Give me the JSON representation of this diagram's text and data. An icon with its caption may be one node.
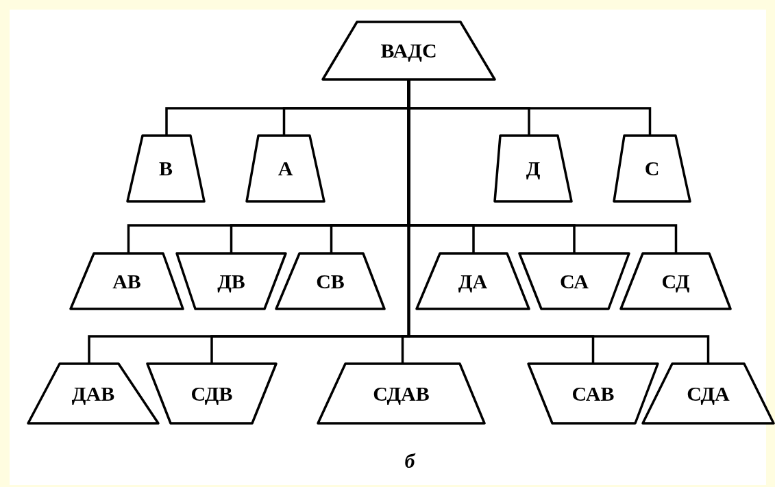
{
  "diagram": {
    "caption": "б",
    "nodes": [
      {
        "text": [
          "ВАДС"
        ]
      },
      {
        "text": [
          "В"
        ]
      },
      {
        "text": [
          "А"
        ]
      },
      {
        "text": [
          "Д"
        ]
      },
      {
        "text": [
          "С"
        ]
      },
      {
        "text": [
          "АВ"
        ]
      },
      {
        "text": [
          "ДВ"
        ]
      },
      {
        "text": [
          "СВ"
        ]
      },
      {
        "text": [
          "ДА"
        ]
      },
      {
        "text": [
          "СА"
        ]
      },
      {
        "text": [
          "СД"
        ]
      },
      {
        "text": [
          "ДАВ"
        ]
      },
      {
        "text": [
          "СДВ"
        ]
      },
      {
        "text": [
          "СДАВ"
        ]
      },
      {
        "text": [
          "САВ"
        ]
      },
      {
        "text": [
          "СДА"
        ]
      }
    ],
    "edges": [
      {
        "from": 0,
        "to": 1,
        "arrow": "none"
      },
      {
        "from": 0,
        "to": 2,
        "arrow": "none"
      },
      {
        "from": 0,
        "to": 3,
        "arrow": "none"
      },
      {
        "from": 0,
        "to": 4,
        "arrow": "none"
      },
      {
        "from": 0,
        "to": 5,
        "arrow": "none"
      },
      {
        "from": 0,
        "to": 6,
        "arrow": "none"
      },
      {
        "from": 0,
        "to": 7,
        "arrow": "none"
      },
      {
        "from": 0,
        "to": 8,
        "arrow": "none"
      },
      {
        "from": 0,
        "to": 9,
        "arrow": "none"
      },
      {
        "from": 0,
        "to": 10,
        "arrow": "none"
      },
      {
        "from": 0,
        "to": 11,
        "arrow": "none"
      },
      {
        "from": 0,
        "to": 12,
        "arrow": "none"
      },
      {
        "from": 0,
        "to": 13,
        "arrow": "none"
      },
      {
        "from": 0,
        "to": 14,
        "arrow": "none"
      },
      {
        "from": 0,
        "to": 15,
        "arrow": "none"
      }
    ]
  }
}
